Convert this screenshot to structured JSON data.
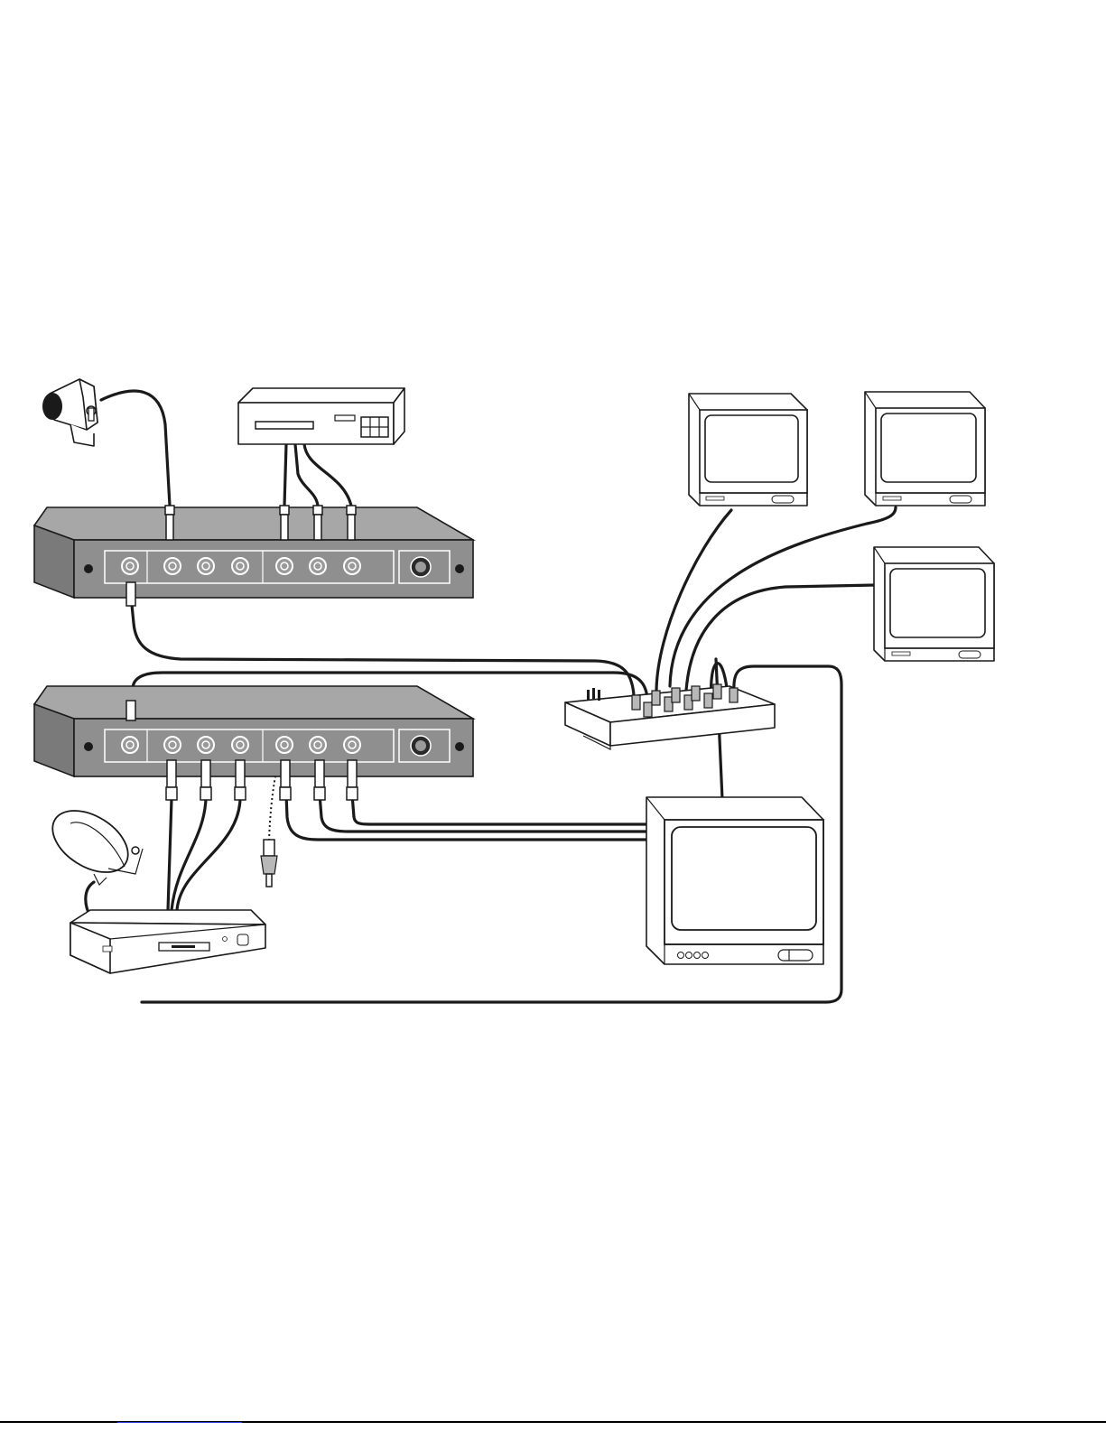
{
  "diagram": {
    "nodes": [
      {
        "id": "camera",
        "icon": "security-camera-icon"
      },
      {
        "id": "vcr",
        "icon": "vcr-icon"
      },
      {
        "id": "switcher-top",
        "icon": "av-switcher-icon"
      },
      {
        "id": "switcher-bottom",
        "icon": "av-switcher-icon"
      },
      {
        "id": "distribution-amp",
        "icon": "video-distribution-amp-icon"
      },
      {
        "id": "monitor-1",
        "icon": "monitor-icon"
      },
      {
        "id": "monitor-2",
        "icon": "monitor-icon"
      },
      {
        "id": "monitor-3",
        "icon": "monitor-icon"
      },
      {
        "id": "monitor-main",
        "icon": "monitor-icon"
      },
      {
        "id": "satellite-dish",
        "icon": "satellite-dish-icon"
      },
      {
        "id": "satellite-receiver",
        "icon": "satellite-receiver-icon"
      },
      {
        "id": "rca-plug",
        "icon": "rca-plug-icon"
      }
    ],
    "connections": [
      {
        "from": "camera",
        "to": "switcher-top"
      },
      {
        "from": "vcr",
        "to": "switcher-top"
      },
      {
        "from": "switcher-top",
        "to": "distribution-amp"
      },
      {
        "from": "switcher-bottom",
        "to": "distribution-amp"
      },
      {
        "from": "distribution-amp",
        "to": "monitor-1"
      },
      {
        "from": "distribution-amp",
        "to": "monitor-2"
      },
      {
        "from": "distribution-amp",
        "to": "monitor-3"
      },
      {
        "from": "distribution-amp",
        "to": "monitor-main"
      },
      {
        "from": "satellite-receiver",
        "to": "switcher-bottom"
      },
      {
        "from": "switcher-bottom",
        "to": "monitor-main"
      },
      {
        "from": "satellite-dish",
        "to": "satellite-receiver"
      },
      {
        "from": "distribution-amp",
        "to": "satellite-receiver"
      }
    ]
  },
  "colors": {
    "line": "#1a1a1a",
    "panel": "#8f8f8f",
    "panel_top": "#a7a7a7",
    "link_underline": "#2a3bd6"
  }
}
